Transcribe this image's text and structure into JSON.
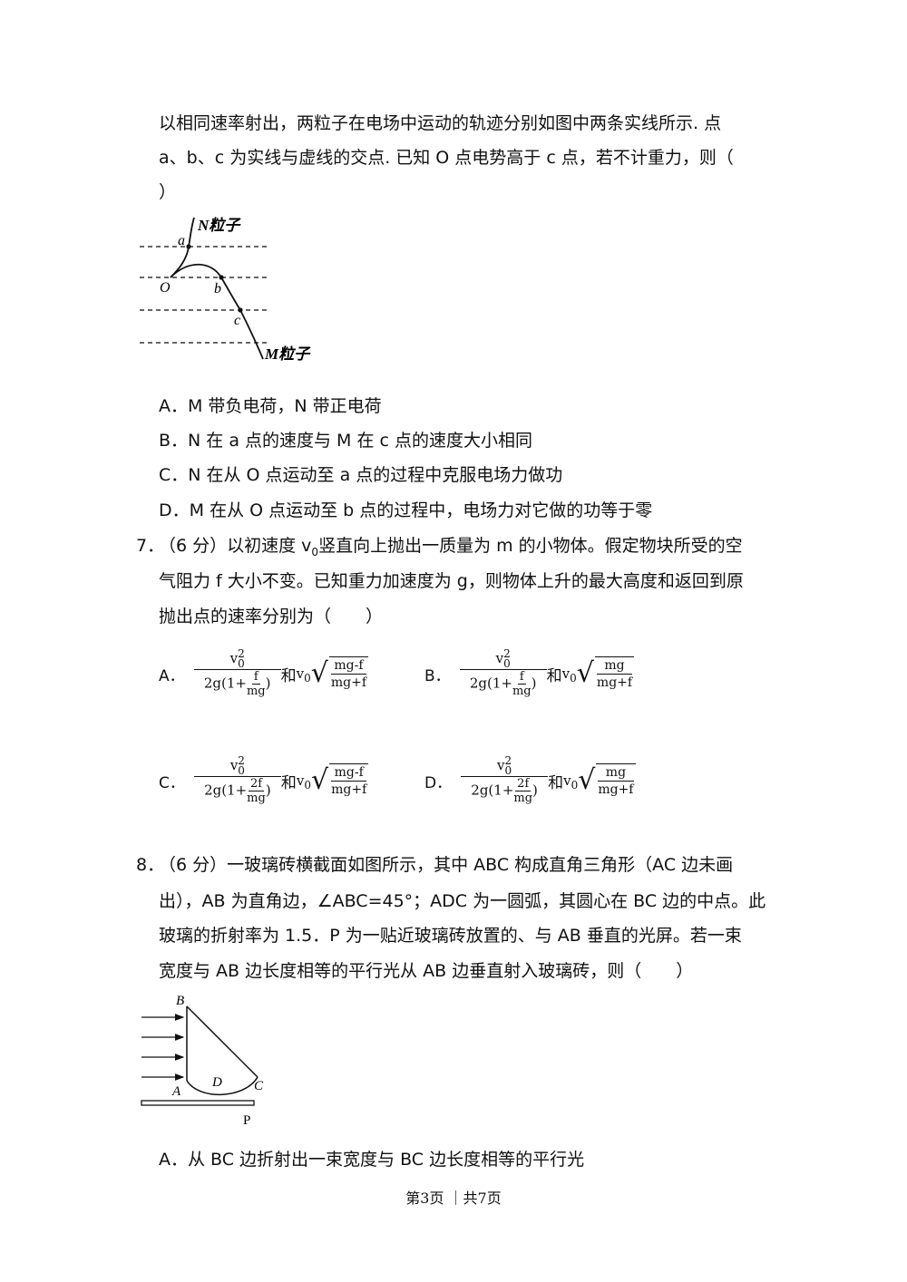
{
  "q6": {
    "line1": "以相同速率射出，两粒子在电场中运动的轨迹分别如图中两条实线所示. 点",
    "line2": "a、b、c 为实线与虚线的交点. 已知 O 点电势高于 c 点，若不计重力，则（",
    "line3": "）",
    "figure": {
      "label_n": "N粒子",
      "label_m": "M粒子",
      "label_a": "a",
      "label_b": "b",
      "label_c": "c",
      "label_o": "O"
    },
    "options": [
      "A．M 带负电荷，N 带正电荷",
      "B．N 在 a 点的速度与 M 在 c 点的速度大小相同",
      "C．N 在从 O 点运动至 a 点的过程中克服电场力做功",
      "D．M 在从 O 点运动至 b 点的过程中，电场力对它做的功等于零"
    ]
  },
  "q7": {
    "number": "7．",
    "line1_a": "（6 分）以初速度 v",
    "line1_sub": "0",
    "line1_b": "竖直向上抛出一质量为 m 的小物体。假定物块所受的空",
    "line2": "气阻力 f 大小不变。已知重力加速度为 g，则物体上升的最大高度和返回到原",
    "line3": "抛出点的速率分别为（　　）",
    "options": [
      {
        "letter": "A．",
        "num": "v",
        "num_sup": "2",
        "num_sub": "0",
        "den_pre": "2g(1+",
        "den_frac_n": "f",
        "den_frac_d": "mg",
        "den_post": ")",
        "and": "和",
        "v": "v",
        "v_sub": "0",
        "rad_n": "mg-f",
        "rad_d": "mg+f"
      },
      {
        "letter": "B．",
        "num": "v",
        "num_sup": "2",
        "num_sub": "0",
        "den_pre": "2g(1+",
        "den_frac_n": "f",
        "den_frac_d": "mg",
        "den_post": ")",
        "and": "和",
        "v": "v",
        "v_sub": "0",
        "rad_n": "mg",
        "rad_d": "mg+f"
      },
      {
        "letter": "C．",
        "num": "v",
        "num_sup": "2",
        "num_sub": "0",
        "den_pre": "2g(1+",
        "den_frac_n": "2f",
        "den_frac_d": "mg",
        "den_post": ")",
        "and": "和",
        "v": "v",
        "v_sub": "0",
        "rad_n": "mg-f",
        "rad_d": "mg+f"
      },
      {
        "letter": "D．",
        "num": "v",
        "num_sup": "2",
        "num_sub": "0",
        "den_pre": "2g(1+",
        "den_frac_n": "2f",
        "den_frac_d": "mg",
        "den_post": ")",
        "and": "和",
        "v": "v",
        "v_sub": "0",
        "rad_n": "mg",
        "rad_d": "mg+f"
      }
    ]
  },
  "q8": {
    "number": "8．",
    "line1": "（6 分）一玻璃砖横截面如图所示，其中 ABC 构成直角三角形（AC 边未画",
    "line2": "出），AB 为直角边，∠ABC=45°；ADC 为一圆弧，其圆心在 BC 边的中点。此",
    "line3": "玻璃的折射率为 1.5．P 为一贴近玻璃砖放置的、与 AB 垂直的光屏。若一束",
    "line4": "宽度与 AB 边长度相等的平行光从 AB 边垂直射入玻璃砖，则（　　）",
    "figure": {
      "label_b": "B",
      "label_a": "A",
      "label_d": "D",
      "label_c": "C",
      "label_p": "P"
    },
    "option_a": "A．从 BC 边折射出一束宽度与 BC 边长度相等的平行光"
  },
  "footer": "第3页 ｜共7页"
}
